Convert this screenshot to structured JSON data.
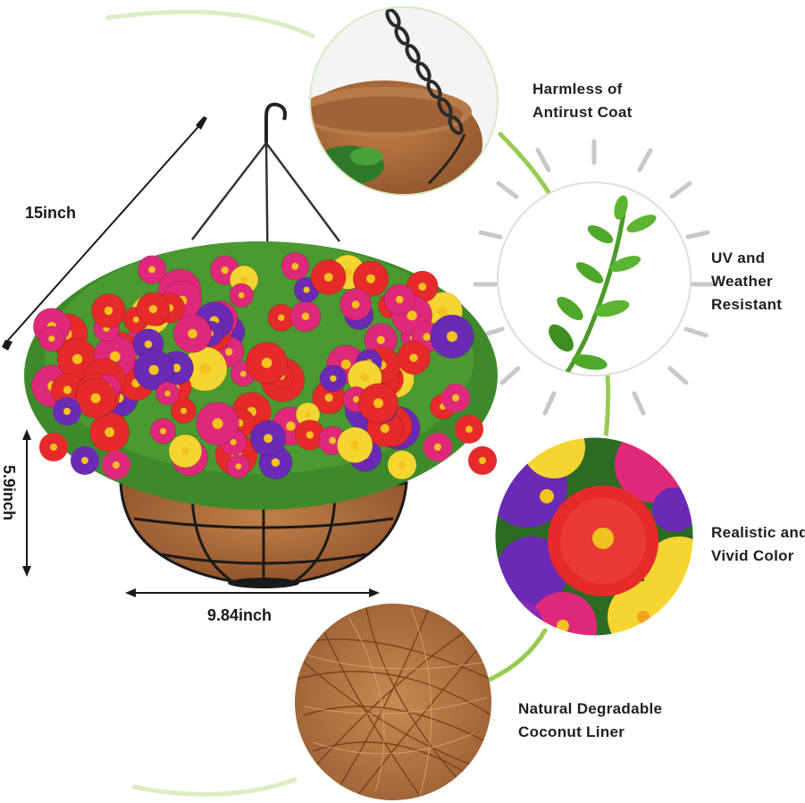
{
  "dimensions": {
    "diagonal": "15inch",
    "height": "5.9inch",
    "width": "9.84inch"
  },
  "features": [
    {
      "line1": "Harmless of",
      "line2": "Antirust Coat",
      "icon": "chain-hook-closeup"
    },
    {
      "line1": "UV and",
      "line2": "Weather",
      "line3": "Resistant",
      "icon": "sun-rays-leaf"
    },
    {
      "line1": "Realistic and",
      "line2": "Vivid Color",
      "icon": "flower-closeup"
    },
    {
      "line1": "Natural Degradable",
      "line2": "Coconut Liner",
      "icon": "coconut-fiber-closeup"
    }
  ],
  "colors": {
    "accent_green": "#8dc63f",
    "flower_red": "#e62a2a",
    "flower_purple": "#6a2ab5",
    "flower_magenta": "#e0287a",
    "flower_yellow": "#f7d531",
    "coir": "#a9673a",
    "wire": "#222222"
  }
}
